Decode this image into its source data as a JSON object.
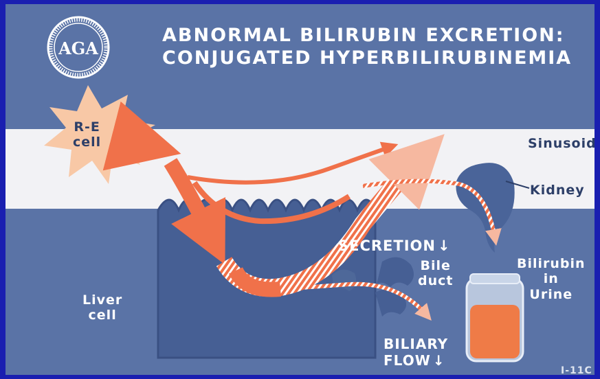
{
  "slide": {
    "title_line1": "ABNORMAL BILIRUBIN EXCRETION:",
    "title_line2": "CONJUGATED HYPERBILIRUBINEMIA",
    "logo_text": "AGA",
    "slide_code": "I-11C"
  },
  "labels": {
    "re_cell_line1": "R-E",
    "re_cell_line2": "cell",
    "sinusoid": "Sinusoid",
    "kidney": "Kidney",
    "secretion": "SECRETION",
    "bile_duct_line1": "Bile",
    "bile_duct_line2": "duct",
    "bilirubin_urine_line1": "Bilirubin",
    "bilirubin_urine_line2": "in",
    "bilirubin_urine_line3": "Urine",
    "liver_cell_line1": "Liver",
    "liver_cell_line2": "cell",
    "biliary_line1": "BILIARY",
    "biliary_line2": "FLOW"
  },
  "colors": {
    "background": "#5a73a6",
    "border": "#1a1fb0",
    "sinusoid_band": "#f2f2f5",
    "arrow_orange": "#f0714a",
    "re_cell": "#f8c8a6",
    "urine": "#ef7b47"
  }
}
